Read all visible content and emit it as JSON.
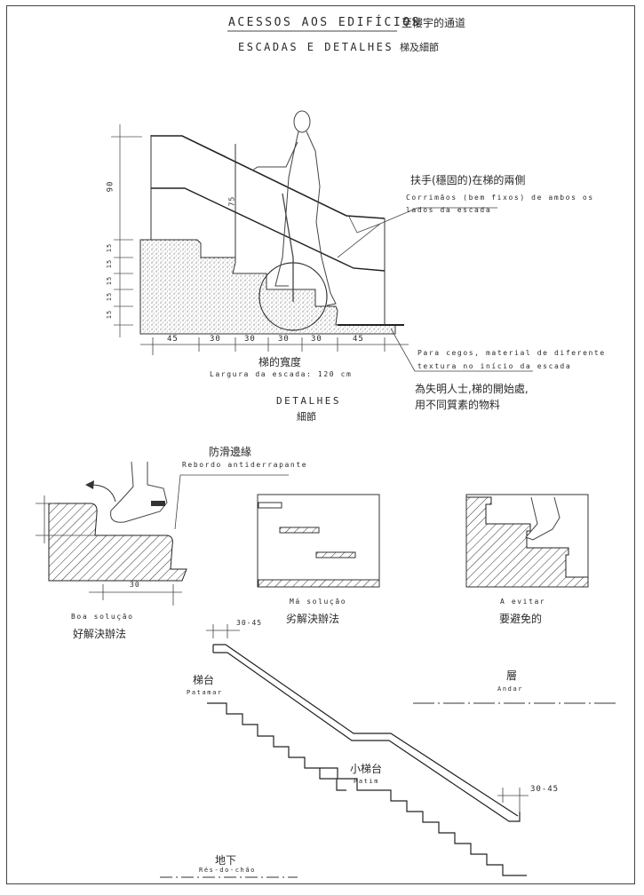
{
  "header": {
    "title_pt": "ACESSOS AOS EDIFÍCIOS",
    "title_zh": "至樓宇的通道",
    "subtitle_pt": "ESCADAS E DETALHES",
    "subtitle_zh": "梯及細節"
  },
  "main_section": {
    "handrail": {
      "label_zh": "扶手(穩固的)在梯的兩側",
      "label_pt_line1": "Corrimãos (bem fixos) de ambos os",
      "label_pt_line2": "lados da escada"
    },
    "vertical_dimension": "90",
    "riser_dimensions": [
      "15",
      "15",
      "15",
      "15",
      "15"
    ],
    "handrail_height_label": "75",
    "width_dimensions": [
      "45",
      "30",
      "30",
      "30",
      "30",
      "45"
    ],
    "width_label_zh": "梯的寬度",
    "width_label_pt": "Largura da escada: 120 cm",
    "blind_note": {
      "pt_line1": "Para cegos, material de diferente",
      "pt_line2": "textura no início da escada",
      "zh_line1": "為失明人士,梯的開始處,",
      "zh_line2": "用不同質素的物料"
    }
  },
  "details_heading": {
    "pt": "DETALHES",
    "zh": "細節"
  },
  "details": {
    "nosing": {
      "label_zh": "防滑邊緣",
      "label_pt": "Rebordo antiderrapante",
      "dimension": "30"
    },
    "good": {
      "pt": "Boa solução",
      "zh": "好解決辦法"
    },
    "bad": {
      "pt": "Má solução",
      "zh": "劣解決辦法"
    },
    "avoid": {
      "pt": "A evitar",
      "zh": "要避免的"
    }
  },
  "section_stair": {
    "top_extension": "30-45",
    "bottom_extension": "30-45",
    "landing_top": {
      "zh": "梯台",
      "pt": "Patamar"
    },
    "mid_landing": {
      "zh": "小梯台",
      "pt": "Patim"
    },
    "floor": {
      "zh": "層",
      "pt": "Andar"
    },
    "ground": {
      "zh": "地下",
      "pt": "Rés-do-chão"
    }
  }
}
